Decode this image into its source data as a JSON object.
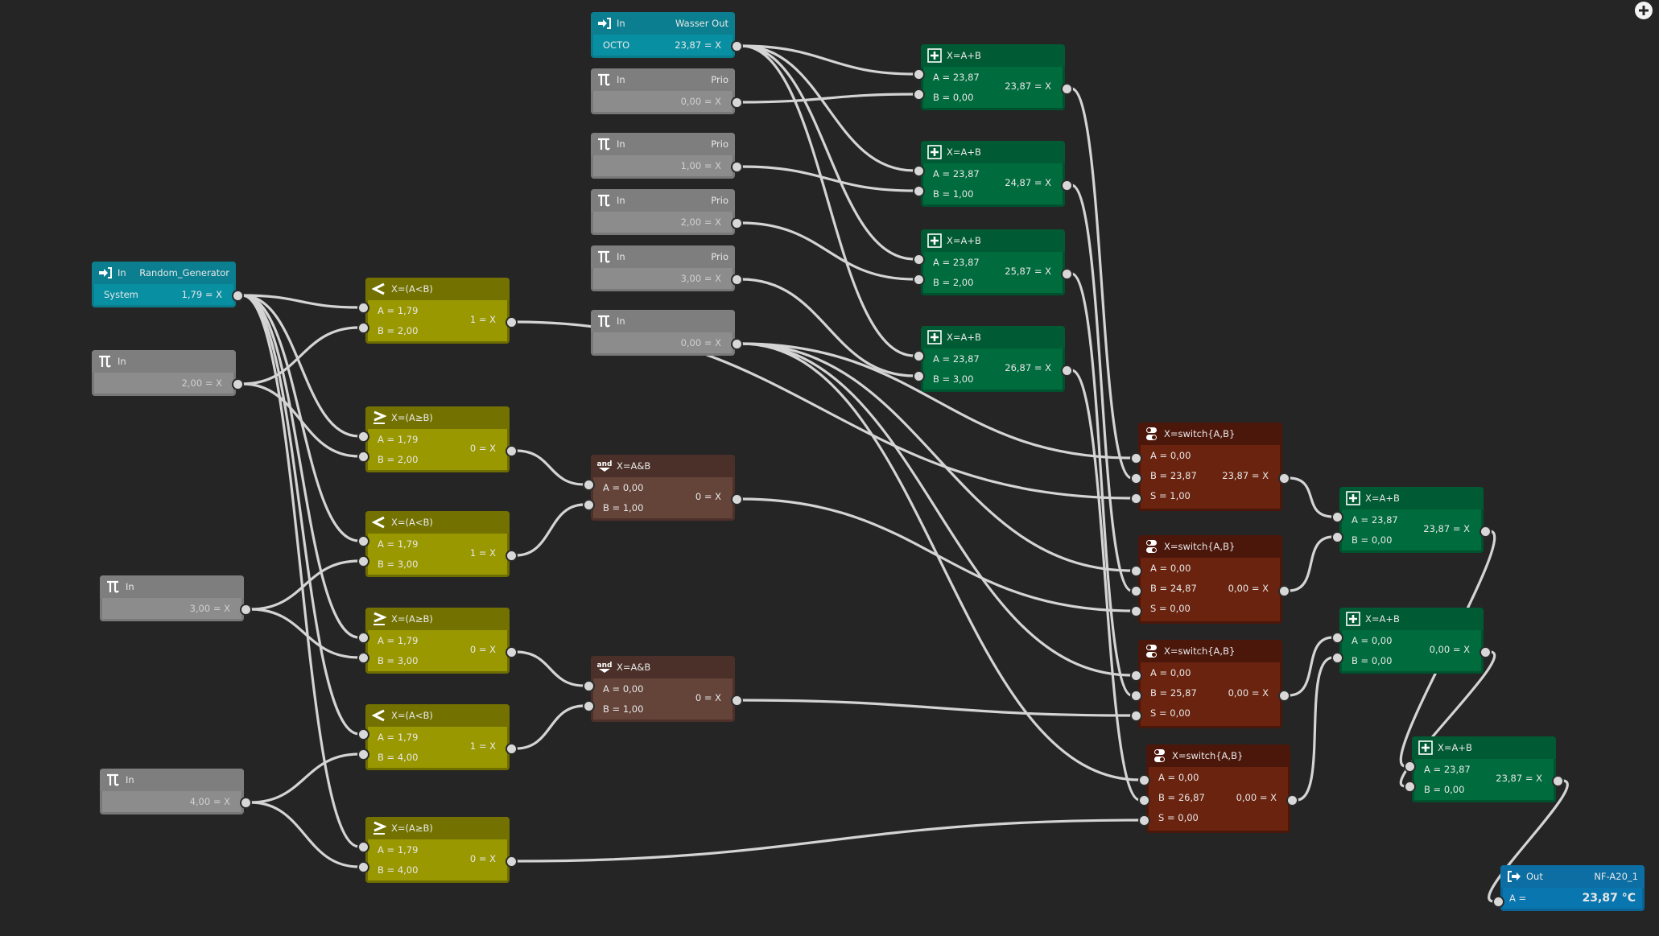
{
  "toolbar": {
    "add_button_icon": "plus-circle-icon"
  },
  "nodes": {
    "wasser": {
      "type": "input",
      "label": "In",
      "name": "Wasser Out",
      "source": "OCTO",
      "output": "23,87 = X",
      "icon": "input-arrow-icon"
    },
    "random": {
      "type": "input",
      "label": "In",
      "name": "Random_Generator",
      "source": "System",
      "output": "1,79 = X",
      "icon": "input-arrow-icon"
    },
    "prio0": {
      "type": "constant",
      "label": "In",
      "name": "Prio",
      "output": "0,00 = X",
      "icon": "pi-icon"
    },
    "prio1": {
      "type": "constant",
      "label": "In",
      "name": "Prio",
      "output": "1,00 = X",
      "icon": "pi-icon"
    },
    "prio2": {
      "type": "constant",
      "label": "In",
      "name": "Prio",
      "output": "2,00 = X",
      "icon": "pi-icon"
    },
    "prio3": {
      "type": "constant",
      "label": "In",
      "name": "Prio",
      "output": "3,00 = X",
      "icon": "pi-icon"
    },
    "const0": {
      "type": "constant",
      "label": "In",
      "name": "",
      "output": "0,00 = X",
      "icon": "pi-icon"
    },
    "const2": {
      "type": "constant",
      "label": "In",
      "name": "",
      "output": "2,00 = X",
      "icon": "pi-icon"
    },
    "const3": {
      "type": "constant",
      "label": "In",
      "name": "",
      "output": "3,00 = X",
      "icon": "pi-icon"
    },
    "const4": {
      "type": "constant",
      "label": "In",
      "name": "",
      "output": "4,00 = X",
      "icon": "pi-icon"
    },
    "lt1": {
      "type": "less",
      "title": "X=(A<B)",
      "a": "A = 1,79",
      "b": "B = 2,00",
      "output": "1 = X"
    },
    "ge1": {
      "type": "greater-equal",
      "title": "X=(A≥B)",
      "a": "A = 1,79",
      "b": "B = 2,00",
      "output": "0 = X"
    },
    "lt2": {
      "type": "less",
      "title": "X=(A<B)",
      "a": "A = 1,79",
      "b": "B = 3,00",
      "output": "1 = X"
    },
    "ge2": {
      "type": "greater-equal",
      "title": "X=(A≥B)",
      "a": "A = 1,79",
      "b": "B = 3,00",
      "output": "0 = X"
    },
    "lt3": {
      "type": "less",
      "title": "X=(A<B)",
      "a": "A = 1,79",
      "b": "B = 4,00",
      "output": "1 = X"
    },
    "ge3": {
      "type": "greater-equal",
      "title": "X=(A≥B)",
      "a": "A = 1,79",
      "b": "B = 4,00",
      "output": "0 = X"
    },
    "and1": {
      "type": "and",
      "icon_text": "and",
      "title": "X=A&B",
      "a": "A = 0,00",
      "b": "B = 1,00",
      "output": "0 = X"
    },
    "and2": {
      "type": "and",
      "icon_text": "and",
      "title": "X=A&B",
      "a": "A = 0,00",
      "b": "B = 1,00",
      "output": "0 = X"
    },
    "add1": {
      "type": "add",
      "title": "X=A+B",
      "a": "A = 23,87",
      "b": "B = 0,00",
      "output": "23,87 = X"
    },
    "add2": {
      "type": "add",
      "title": "X=A+B",
      "a": "A = 23,87",
      "b": "B = 1,00",
      "output": "24,87 = X"
    },
    "add3": {
      "type": "add",
      "title": "X=A+B",
      "a": "A = 23,87",
      "b": "B = 2,00",
      "output": "25,87 = X"
    },
    "add4": {
      "type": "add",
      "title": "X=A+B",
      "a": "A = 23,87",
      "b": "B = 3,00",
      "output": "26,87 = X"
    },
    "sw1": {
      "type": "switch",
      "title": "X=switch{A,B}",
      "a": "A = 0,00",
      "b": "B = 23,87",
      "s": "S = 1,00",
      "output": "23,87 = X"
    },
    "sw2": {
      "type": "switch",
      "title": "X=switch{A,B}",
      "a": "A = 0,00",
      "b": "B = 24,87",
      "s": "S = 0,00",
      "output": "0,00 = X"
    },
    "sw3": {
      "type": "switch",
      "title": "X=switch{A,B}",
      "a": "A = 0,00",
      "b": "B = 25,87",
      "s": "S = 0,00",
      "output": "0,00 = X"
    },
    "sw4": {
      "type": "switch",
      "title": "X=switch{A,B}",
      "a": "A = 0,00",
      "b": "B = 26,87",
      "s": "S = 0,00",
      "output": "0,00 = X"
    },
    "addR1": {
      "type": "add",
      "title": "X=A+B",
      "a": "A = 23,87",
      "b": "B = 0,00",
      "output": "23,87 = X"
    },
    "addR2": {
      "type": "add",
      "title": "X=A+B",
      "a": "A = 0,00",
      "b": "B = 0,00",
      "output": "0,00 = X"
    },
    "addR3": {
      "type": "add",
      "title": "X=A+B",
      "a": "A = 23,87",
      "b": "B = 0,00",
      "output": "23,87 = X"
    },
    "out": {
      "type": "output",
      "label": "Out",
      "name": "NF-A20_1",
      "input": "A =",
      "value": "23,87 °C",
      "icon": "output-arrow-icon"
    }
  },
  "connections": [
    [
      "wasser",
      "out",
      "add1",
      "a"
    ],
    [
      "wasser",
      "out",
      "add2",
      "a"
    ],
    [
      "wasser",
      "out",
      "add3",
      "a"
    ],
    [
      "wasser",
      "out",
      "add4",
      "a"
    ],
    [
      "prio0",
      "out",
      "add1",
      "b"
    ],
    [
      "prio1",
      "out",
      "add2",
      "b"
    ],
    [
      "prio2",
      "out",
      "add3",
      "b"
    ],
    [
      "prio3",
      "out",
      "add4",
      "b"
    ],
    [
      "random",
      "out",
      "lt1",
      "a"
    ],
    [
      "random",
      "out",
      "ge1",
      "a"
    ],
    [
      "random",
      "out",
      "lt2",
      "a"
    ],
    [
      "random",
      "out",
      "ge2",
      "a"
    ],
    [
      "random",
      "out",
      "lt3",
      "a"
    ],
    [
      "random",
      "out",
      "ge3",
      "a"
    ],
    [
      "const2",
      "out",
      "lt1",
      "b"
    ],
    [
      "const2",
      "out",
      "ge1",
      "b"
    ],
    [
      "const3",
      "out",
      "lt2",
      "b"
    ],
    [
      "const3",
      "out",
      "ge2",
      "b"
    ],
    [
      "const4",
      "out",
      "lt3",
      "b"
    ],
    [
      "const4",
      "out",
      "ge3",
      "b"
    ],
    [
      "ge1",
      "out",
      "and1",
      "a"
    ],
    [
      "lt2",
      "out",
      "and1",
      "b"
    ],
    [
      "ge2",
      "out",
      "and2",
      "a"
    ],
    [
      "lt3",
      "out",
      "and2",
      "b"
    ],
    [
      "lt1",
      "out",
      "sw1",
      "s"
    ],
    [
      "and1",
      "out",
      "sw2",
      "s"
    ],
    [
      "and2",
      "out",
      "sw3",
      "s"
    ],
    [
      "ge3",
      "out",
      "sw4",
      "s"
    ],
    [
      "const0",
      "out",
      "sw1",
      "a"
    ],
    [
      "const0",
      "out",
      "sw2",
      "a"
    ],
    [
      "const0",
      "out",
      "sw3",
      "a"
    ],
    [
      "const0",
      "out",
      "sw4",
      "a"
    ],
    [
      "add1",
      "out",
      "sw1",
      "b"
    ],
    [
      "add2",
      "out",
      "sw2",
      "b"
    ],
    [
      "add3",
      "out",
      "sw3",
      "b"
    ],
    [
      "add4",
      "out",
      "sw4",
      "b"
    ],
    [
      "sw1",
      "out",
      "addR1",
      "a"
    ],
    [
      "sw2",
      "out",
      "addR1",
      "b"
    ],
    [
      "sw3",
      "out",
      "addR2",
      "a"
    ],
    [
      "sw4",
      "out",
      "addR2",
      "b"
    ],
    [
      "addR1",
      "out",
      "addR3",
      "a"
    ],
    [
      "addR2",
      "out",
      "addR3",
      "b"
    ],
    [
      "addR3",
      "out",
      "out",
      "a"
    ]
  ]
}
